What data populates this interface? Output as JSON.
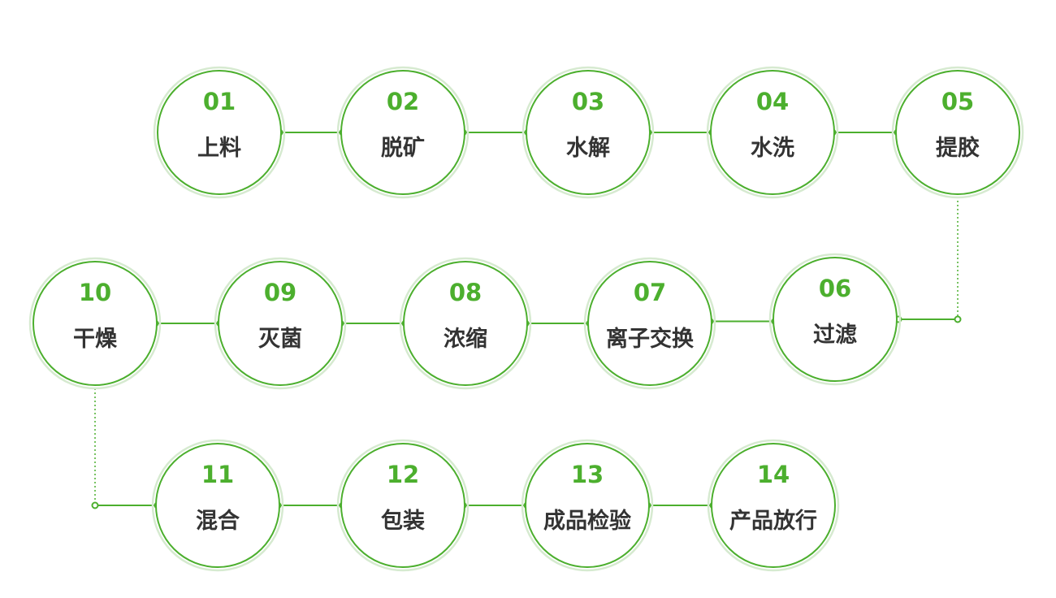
{
  "colors": {
    "accent": "#4caf2e",
    "halo": "#d6ead0",
    "text": "#333333",
    "background": "#ffffff"
  },
  "steps": [
    {
      "number": "01",
      "name": "上料"
    },
    {
      "number": "02",
      "name": "脱矿"
    },
    {
      "number": "03",
      "name": "水解"
    },
    {
      "number": "04",
      "name": "水洗"
    },
    {
      "number": "05",
      "name": "提胶"
    },
    {
      "number": "06",
      "name": "过滤"
    },
    {
      "number": "07",
      "name": "离子交换"
    },
    {
      "number": "08",
      "name": "浓缩"
    },
    {
      "number": "09",
      "name": "灭菌"
    },
    {
      "number": "10",
      "name": "干燥"
    },
    {
      "number": "11",
      "name": "混合"
    },
    {
      "number": "12",
      "name": "包装"
    },
    {
      "number": "13",
      "name": "成品检验"
    },
    {
      "number": "14",
      "name": "产品放行"
    }
  ]
}
